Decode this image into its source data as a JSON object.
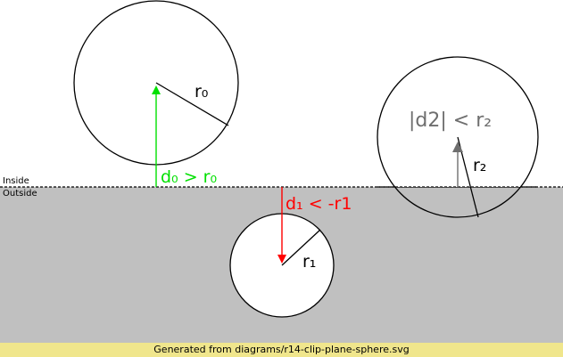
{
  "regions": {
    "inside_label": "Inside",
    "outside_label": "Outside",
    "outside_fill": "#c0c0c0"
  },
  "sphere0": {
    "radius_label": "r₀",
    "distance_label": "d₀ > r₀",
    "color": "#00e000"
  },
  "sphere1": {
    "radius_label": "r₁",
    "distance_label": "d₁ < -r1",
    "color": "#ff0000"
  },
  "sphere2": {
    "radius_label": "r₂",
    "distance_label": "|d2| < r₂",
    "color": "#6e6e6e"
  },
  "footer": {
    "text": "Generated from diagrams/r14-clip-plane-sphere.svg"
  }
}
